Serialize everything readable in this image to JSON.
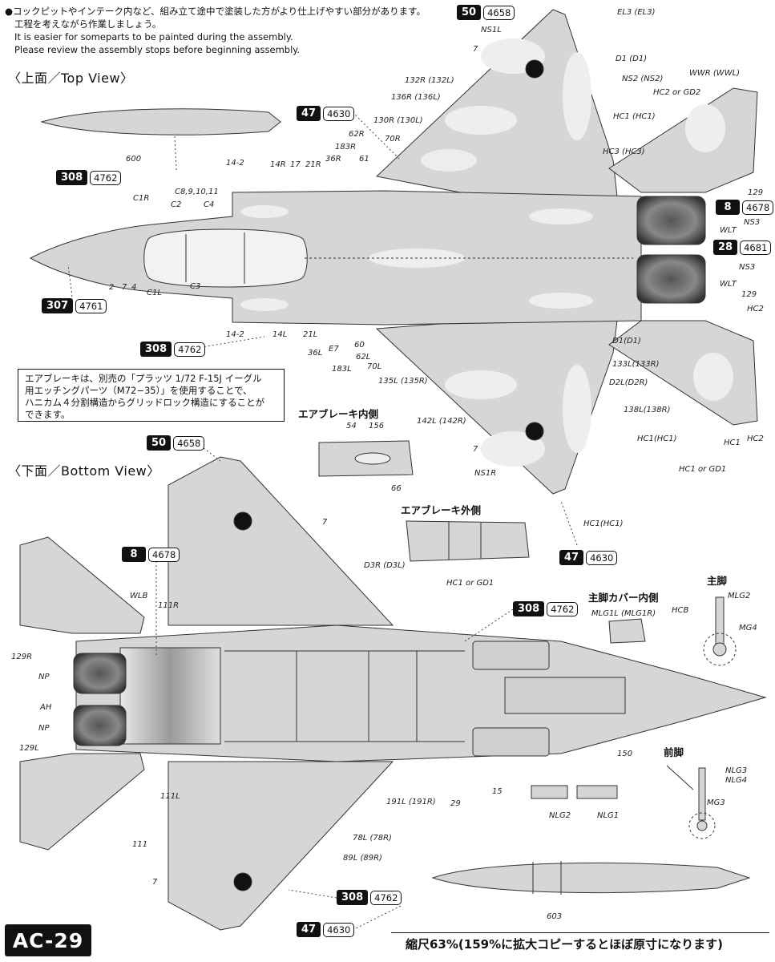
{
  "notes": {
    "bullet": "●",
    "jp_line1": "コックピットやインテーク内など、組み立て途中で塗装した方がより仕上げやすい部分があります。",
    "jp_line2": "工程を考えながら作業しましょう。",
    "en_line1": "It is easier for someparts to be painted during the assembly.",
    "en_line2": "Please review the assembly stops before beginning assembly."
  },
  "sections": {
    "top_view": "〈上面／Top View〉",
    "bottom_view": "〈下面／Bottom View〉"
  },
  "airbrake_note": {
    "line1": "エアブレーキは、別売の「プラッツ 1/72 F-15J イーグル",
    "line2": "用エッチングパーツ（M72−35）」を使用することで、",
    "line3": "ハニカム４分割構造からグリッドロック構造にすることが",
    "line4": "できます。"
  },
  "subviews": {
    "airbrake_inner": "エアブレーキ内側",
    "airbrake_outer": "エアブレーキ外側",
    "main_gear_cover_inner": "主脚カバー内側",
    "main_gear": "主脚",
    "nose_gear": "前脚"
  },
  "callouts": [
    {
      "num": "50",
      "code": "4658"
    },
    {
      "num": "47",
      "code": "4630"
    },
    {
      "num": "308",
      "code": "4762"
    },
    {
      "num": "8",
      "code": "4678"
    },
    {
      "num": "28",
      "code": "4681"
    },
    {
      "num": "307",
      "code": "4761"
    },
    {
      "num": "308",
      "code": "4762"
    },
    {
      "num": "50",
      "code": "4658"
    },
    {
      "num": "47",
      "code": "4630"
    },
    {
      "num": "8",
      "code": "4678"
    },
    {
      "num": "308",
      "code": "4762"
    },
    {
      "num": "308",
      "code": "4762"
    },
    {
      "num": "47",
      "code": "4630"
    }
  ],
  "labels_top": [
    "EL3 (EL3)",
    "NS1L",
    "7",
    "D1 (D1)",
    "NS2 (NS2)",
    "WWR (WWL)",
    "HC2 or GD2",
    "132R (132L)",
    "136R (136L)",
    "HC1 (HC1)",
    "130R (130L)",
    "HC3 (HC3)",
    "62R",
    "183R",
    "70R",
    "36R",
    "61",
    "600",
    "14-2",
    "14R",
    "17",
    "21R",
    "129",
    "C1R",
    "C8,9,10,11",
    "C2",
    "C4",
    "NS3",
    "WLT",
    "NS3",
    "WLT",
    "2",
    "7",
    "4",
    "C1L",
    "C3",
    "129",
    "HC2",
    "14-2",
    "14L",
    "21L",
    "36L",
    "E7",
    "60",
    "62L",
    "183L",
    "70L",
    "D1(D1)",
    "133L(133R)",
    "135L (135R)",
    "D2L(D2R)",
    "138L(138R)",
    "142L (142R)",
    "7",
    "HC1(HC1)",
    "HC1",
    "HC2",
    "NS1R",
    "HC1 or GD1",
    "HC1(HC1)"
  ],
  "labels_small": [
    "54",
    "156",
    "66",
    "HC1 or GD1"
  ],
  "labels_bottom": [
    "7",
    "D3R (D3L)",
    "WLB",
    "111R",
    "129R",
    "NP",
    "AH",
    "NP",
    "129L",
    "111L",
    "111",
    "191L (191R)",
    "29",
    "15",
    "150",
    "78L (78R)",
    "89L (89R)",
    "7",
    "603",
    "NLG2",
    "NLG1"
  ],
  "labels_gear": [
    "MLG1L (MLG1R)",
    "HCB",
    "MLG2",
    "MG4",
    "NLG3",
    "NLG4",
    "MG3"
  ],
  "footer": {
    "id": "AC-29",
    "scale": "縮尺63%(159%に拡大コピーするとほぼ原寸になります)"
  },
  "colors": {
    "base_gray": "#d6d6d6",
    "camo_light": "#eeeeee",
    "line": "#333333",
    "ink": "#111111"
  }
}
